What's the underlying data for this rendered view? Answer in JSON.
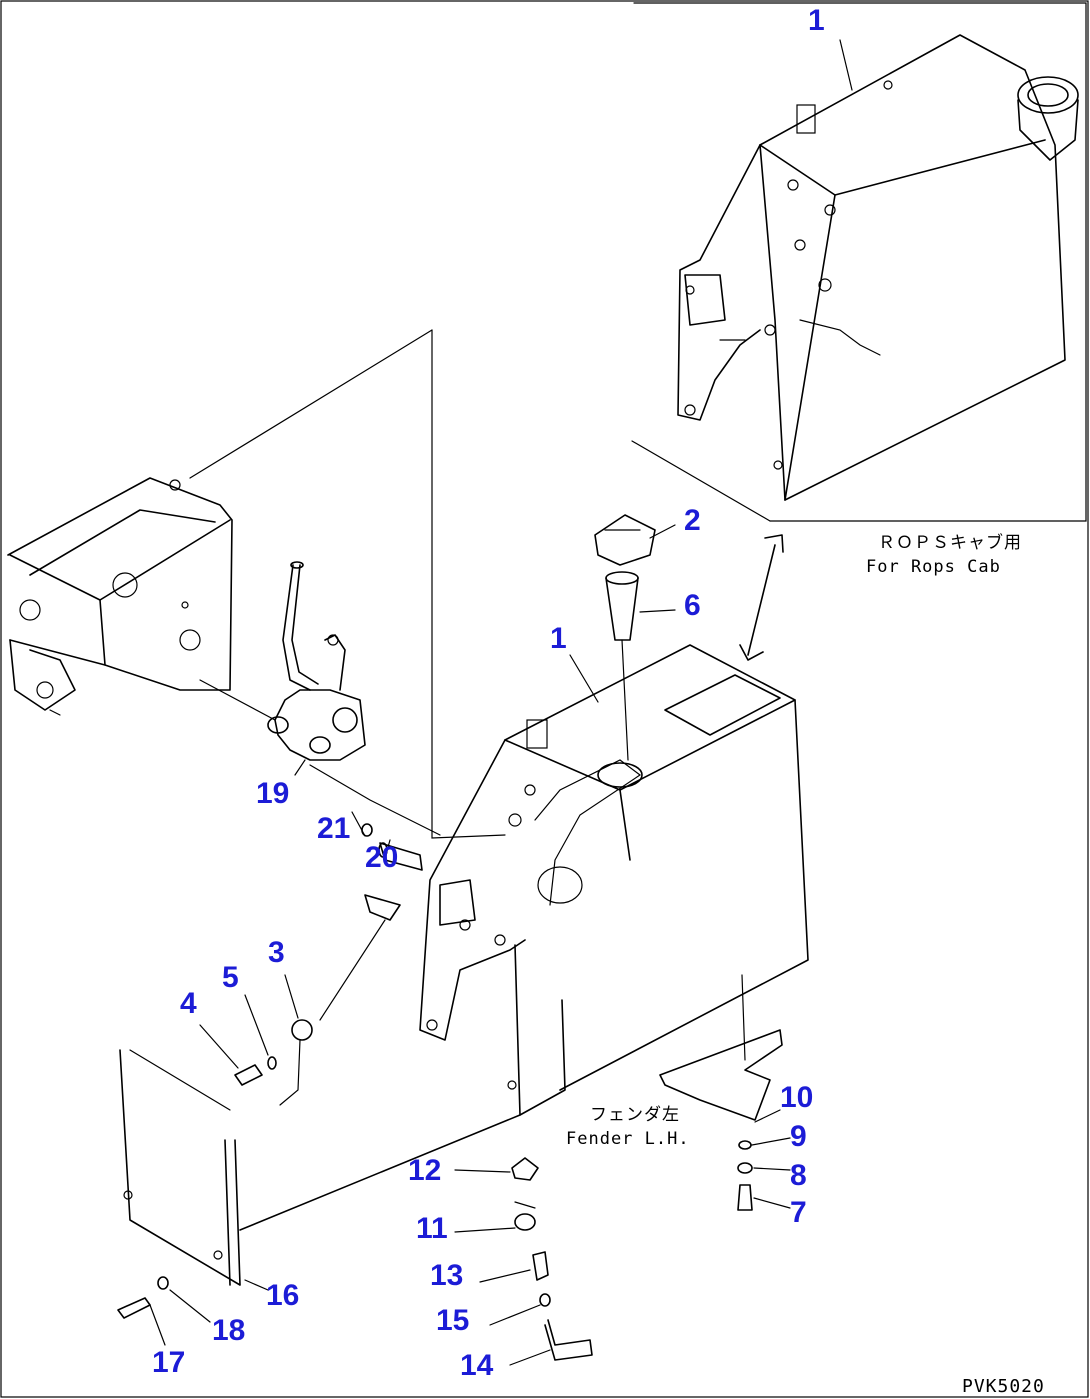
{
  "callouts": {
    "c1_inset": "1",
    "c1_main": "1",
    "c2": "2",
    "c3": "3",
    "c4": "4",
    "c5": "5",
    "c6": "6",
    "c7": "7",
    "c8": "8",
    "c9": "9",
    "c10": "10",
    "c11": "11",
    "c12": "12",
    "c13": "13",
    "c14": "14",
    "c15": "15",
    "c16": "16",
    "c17": "17",
    "c18": "18",
    "c19": "19",
    "c20": "20",
    "c21": "21"
  },
  "notes": {
    "rops_jp": "ＲＯＰＳキャブ用",
    "rops_en": "For Rops Cab",
    "fender_jp": "フェンダ左",
    "fender_en": "Fender L.H."
  },
  "figure_code": "PVK5020",
  "colors": {
    "callout": "#1c1cd6",
    "line": "#000000",
    "background": "#ffffff"
  }
}
